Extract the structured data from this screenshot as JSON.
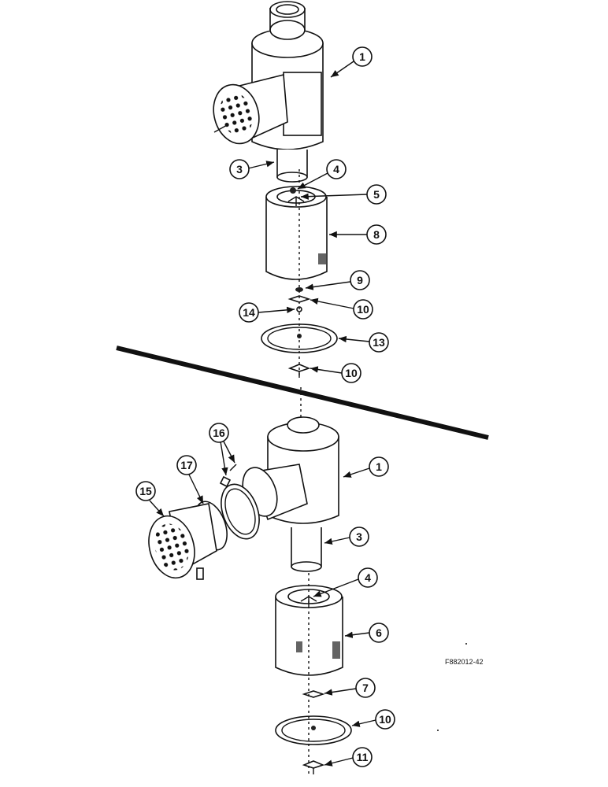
{
  "figure_code": "F882012-42",
  "callouts_top": [
    "1",
    "3",
    "4",
    "5",
    "8",
    "9",
    "10",
    "14",
    "13",
    "10"
  ],
  "callouts_bottom": [
    "16",
    "17",
    "15",
    "1",
    "3",
    "4",
    "6",
    "7",
    "10",
    "11"
  ]
}
